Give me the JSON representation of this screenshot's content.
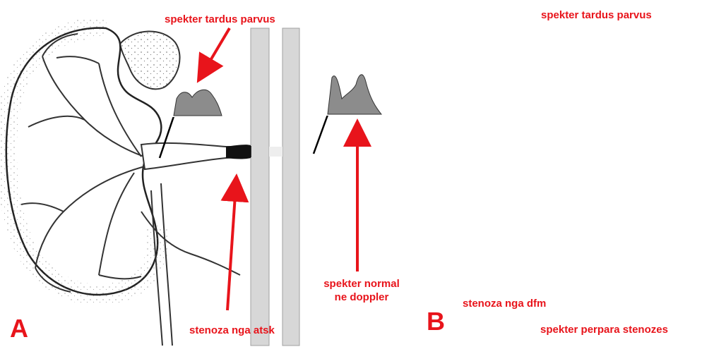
{
  "panels": [
    {
      "letter": "A",
      "labels": {
        "tardus": "spekter tardus parvus",
        "normal_line1": "spekter normal",
        "normal_line2": "ne doppler",
        "stenosis": "stenoza nga atsk"
      }
    },
    {
      "letter": "B",
      "labels": {
        "tardus": "spekter tardus parvus",
        "stenosis": "stenoza nga dfm",
        "prestenotic": "spekter perpara stenozes"
      }
    }
  ],
  "colors": {
    "annotation": "#e8141b",
    "aorta": "#d7d7d7",
    "spectrum": "#8c8c8c",
    "stenosis": "#111111"
  }
}
